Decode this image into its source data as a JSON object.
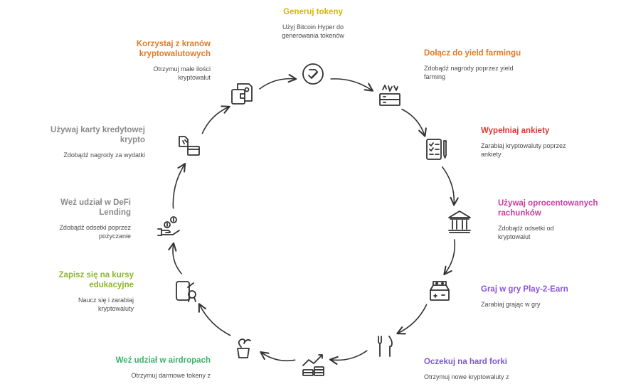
{
  "colors": {
    "arrow": "#333333",
    "icon": "#333333",
    "yellow": "#d4b800",
    "orange": "#e07b28",
    "red": "#dc3a34",
    "magenta": "#cc3d9f",
    "violet": "#8b55d6",
    "purple": "#7b58d3",
    "green": "#39b36a",
    "lime": "#8ab62c",
    "gray": "#8a8a8a"
  },
  "nodes": [
    {
      "title": "Generuj tokeny",
      "desc": "Użyj Bitcoin Hyper do\ngenerowania tokenów",
      "color": "#d4b800",
      "icon": "token-icon"
    },
    {
      "title": "Dołącz do yield farmingu",
      "desc": "Zdobądź nagrody poprzez yield\nfarming",
      "color": "#e07b28",
      "icon": "server-icon"
    },
    {
      "title": "Wypełniaj ankiety",
      "desc": "Zarabiaj kryptowaluty poprzez\nankiety",
      "color": "#dc3a34",
      "icon": "survey-icon"
    },
    {
      "title": "Używaj oprocentowanych\nrachunków",
      "desc": "Zdobądź odsetki od\nkryptowalut",
      "color": "#cc3d9f",
      "icon": "bank-icon"
    },
    {
      "title": "Graj w gry Play-2-Earn",
      "desc": "Zarabiaj grając w gry",
      "color": "#8b55d6",
      "icon": "game-icon"
    },
    {
      "title": "Oczekuj na hard forki",
      "desc": "Otrzymuj nowe kryptowaluty z",
      "color": "#7b58d3",
      "icon": "fork-icon"
    },
    {
      "title": "",
      "desc": "",
      "color": "#333333",
      "icon": "coins-chart-icon"
    },
    {
      "title": "Weź udział w airdropach",
      "desc": "Otrzymuj darmowe tokeny z",
      "color": "#39b36a",
      "icon": "airdrop-icon"
    },
    {
      "title": "Zapisz się na kursy\nedukacyjne",
      "desc": "Naucz się i zarabiaj\nkryptowaluty",
      "color": "#8ab62c",
      "icon": "certificate-icon"
    },
    {
      "title": "Weź udział w DeFi\nLending",
      "desc": "Zdobądź odsetki poprzez\npożyczanie",
      "color": "#8a8a8a",
      "icon": "lending-icon"
    },
    {
      "title": "Używaj karty kredytowej\nkrypto",
      "desc": "Zdobądź nagrody za wydatki",
      "color": "#8a8a8a",
      "icon": "card-icon"
    },
    {
      "title": "Korzystaj z kranów\nkryptowalutowych",
      "desc": "Otrzymuj małe ilości\nkryptowalut",
      "color": "#e07b28",
      "icon": "wallet-icon"
    }
  ]
}
